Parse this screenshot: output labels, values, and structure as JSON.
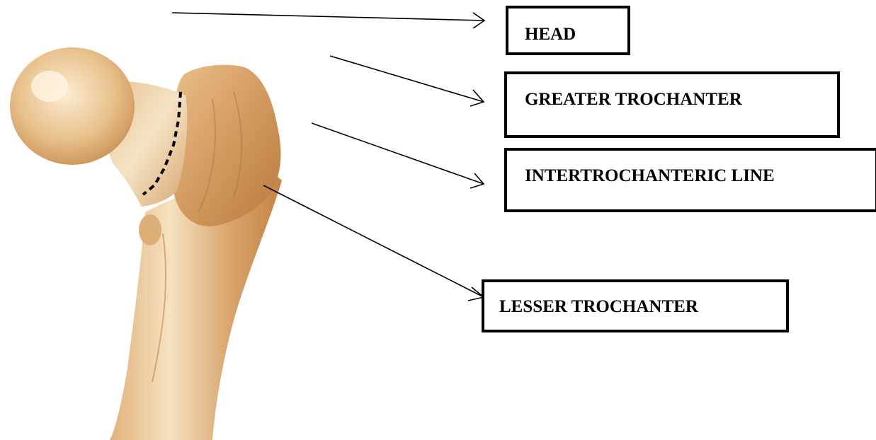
{
  "diagram": {
    "labels": {
      "head": "HEAD",
      "greater_trochanter": "GREATER TROCHANTER",
      "intertrochanteric_line": "INTERTROCHANTERIC LINE",
      "lesser_trochanter": "LESSER TROCHANTER"
    },
    "colors": {
      "bone_light": "#f4dcb4",
      "bone_mid": "#d9a772",
      "bone_dark": "#b7773f",
      "outline": "#000000",
      "background": "#ffffff"
    }
  }
}
